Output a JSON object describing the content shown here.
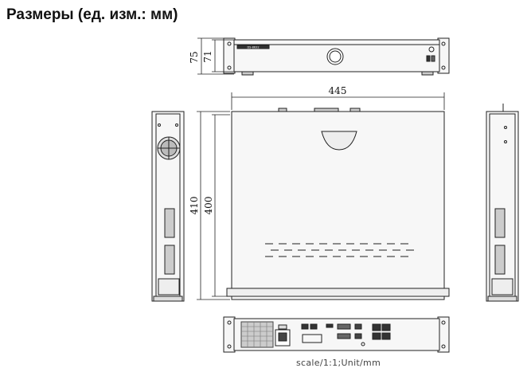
{
  "title": "Размеры (ед. изм.: мм)",
  "scale_note": "scale/1:1;Unit/mm",
  "front_panel": {
    "label": "DS-8632",
    "height_outer": "75",
    "height_inner": "71"
  },
  "top_view": {
    "width": "445",
    "depth_outer": "410",
    "depth_inner": "400"
  },
  "colors": {
    "line": "#222222",
    "fill": "#f3f3f3",
    "dark": "#555555"
  }
}
